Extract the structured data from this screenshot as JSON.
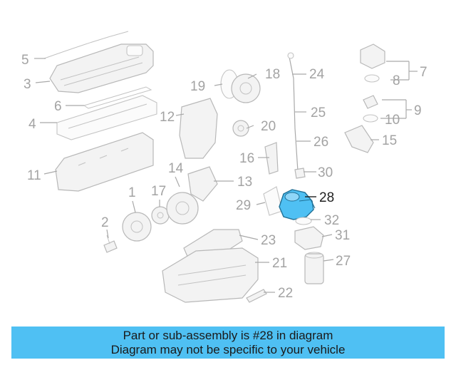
{
  "highlight_color": "#4fc0f3",
  "callouts": [
    {
      "id": "c1",
      "text": "1"
    },
    {
      "id": "c2",
      "text": "2"
    },
    {
      "id": "c3",
      "text": "3"
    },
    {
      "id": "c4",
      "text": "4"
    },
    {
      "id": "c5",
      "text": "5"
    },
    {
      "id": "c6",
      "text": "6"
    },
    {
      "id": "c7",
      "text": "7"
    },
    {
      "id": "c8",
      "text": "8"
    },
    {
      "id": "c9",
      "text": "9"
    },
    {
      "id": "c10",
      "text": "10"
    },
    {
      "id": "c11",
      "text": "11"
    },
    {
      "id": "c12",
      "text": "12"
    },
    {
      "id": "c13",
      "text": "13"
    },
    {
      "id": "c14",
      "text": "14"
    },
    {
      "id": "c15",
      "text": "15"
    },
    {
      "id": "c16",
      "text": "16"
    },
    {
      "id": "c17",
      "text": "17"
    },
    {
      "id": "c18",
      "text": "18"
    },
    {
      "id": "c19",
      "text": "19"
    },
    {
      "id": "c20",
      "text": "20"
    },
    {
      "id": "c21",
      "text": "21"
    },
    {
      "id": "c22",
      "text": "22"
    },
    {
      "id": "c23",
      "text": "23"
    },
    {
      "id": "c24",
      "text": "24"
    },
    {
      "id": "c25",
      "text": "25"
    },
    {
      "id": "c26",
      "text": "26"
    },
    {
      "id": "c27",
      "text": "27"
    },
    {
      "id": "c28",
      "text": "28"
    },
    {
      "id": "c29",
      "text": "29"
    },
    {
      "id": "c30",
      "text": "30"
    },
    {
      "id": "c31",
      "text": "31"
    },
    {
      "id": "c32",
      "text": "32"
    }
  ],
  "caption": {
    "line1": "Part or sub-assembly is #28 in diagram",
    "line2": "Diagram may not be specific to your vehicle"
  }
}
